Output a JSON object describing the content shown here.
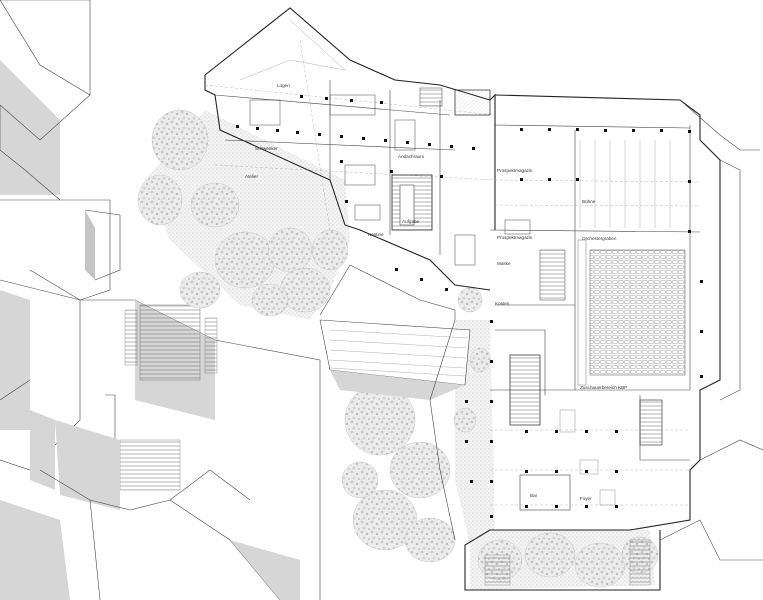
{
  "labels": {
    "logen": "Logen",
    "schwenker": "Schwenker",
    "andachraum": "Andachraum",
    "atelier": "Atelier",
    "aufgabe": "Aufgabe",
    "kantine": "Kantine",
    "prospektmagazin_top": "Prospektmagazin",
    "prospektmagazin_bottom": "Prospektmagazin",
    "buehne": "Bühne",
    "orchestergraben": "Orchestergraben",
    "maske": "Maske",
    "kosten": "Kosten",
    "zuschauerbereich": "Zuschauerbereich KBP",
    "bar": "Bar",
    "foyer": "Foyer"
  },
  "colors": {
    "wall": "#222222",
    "shadow": "#d6d6d6",
    "background": "#ffffff",
    "vegetation": "#b8b8b8"
  }
}
